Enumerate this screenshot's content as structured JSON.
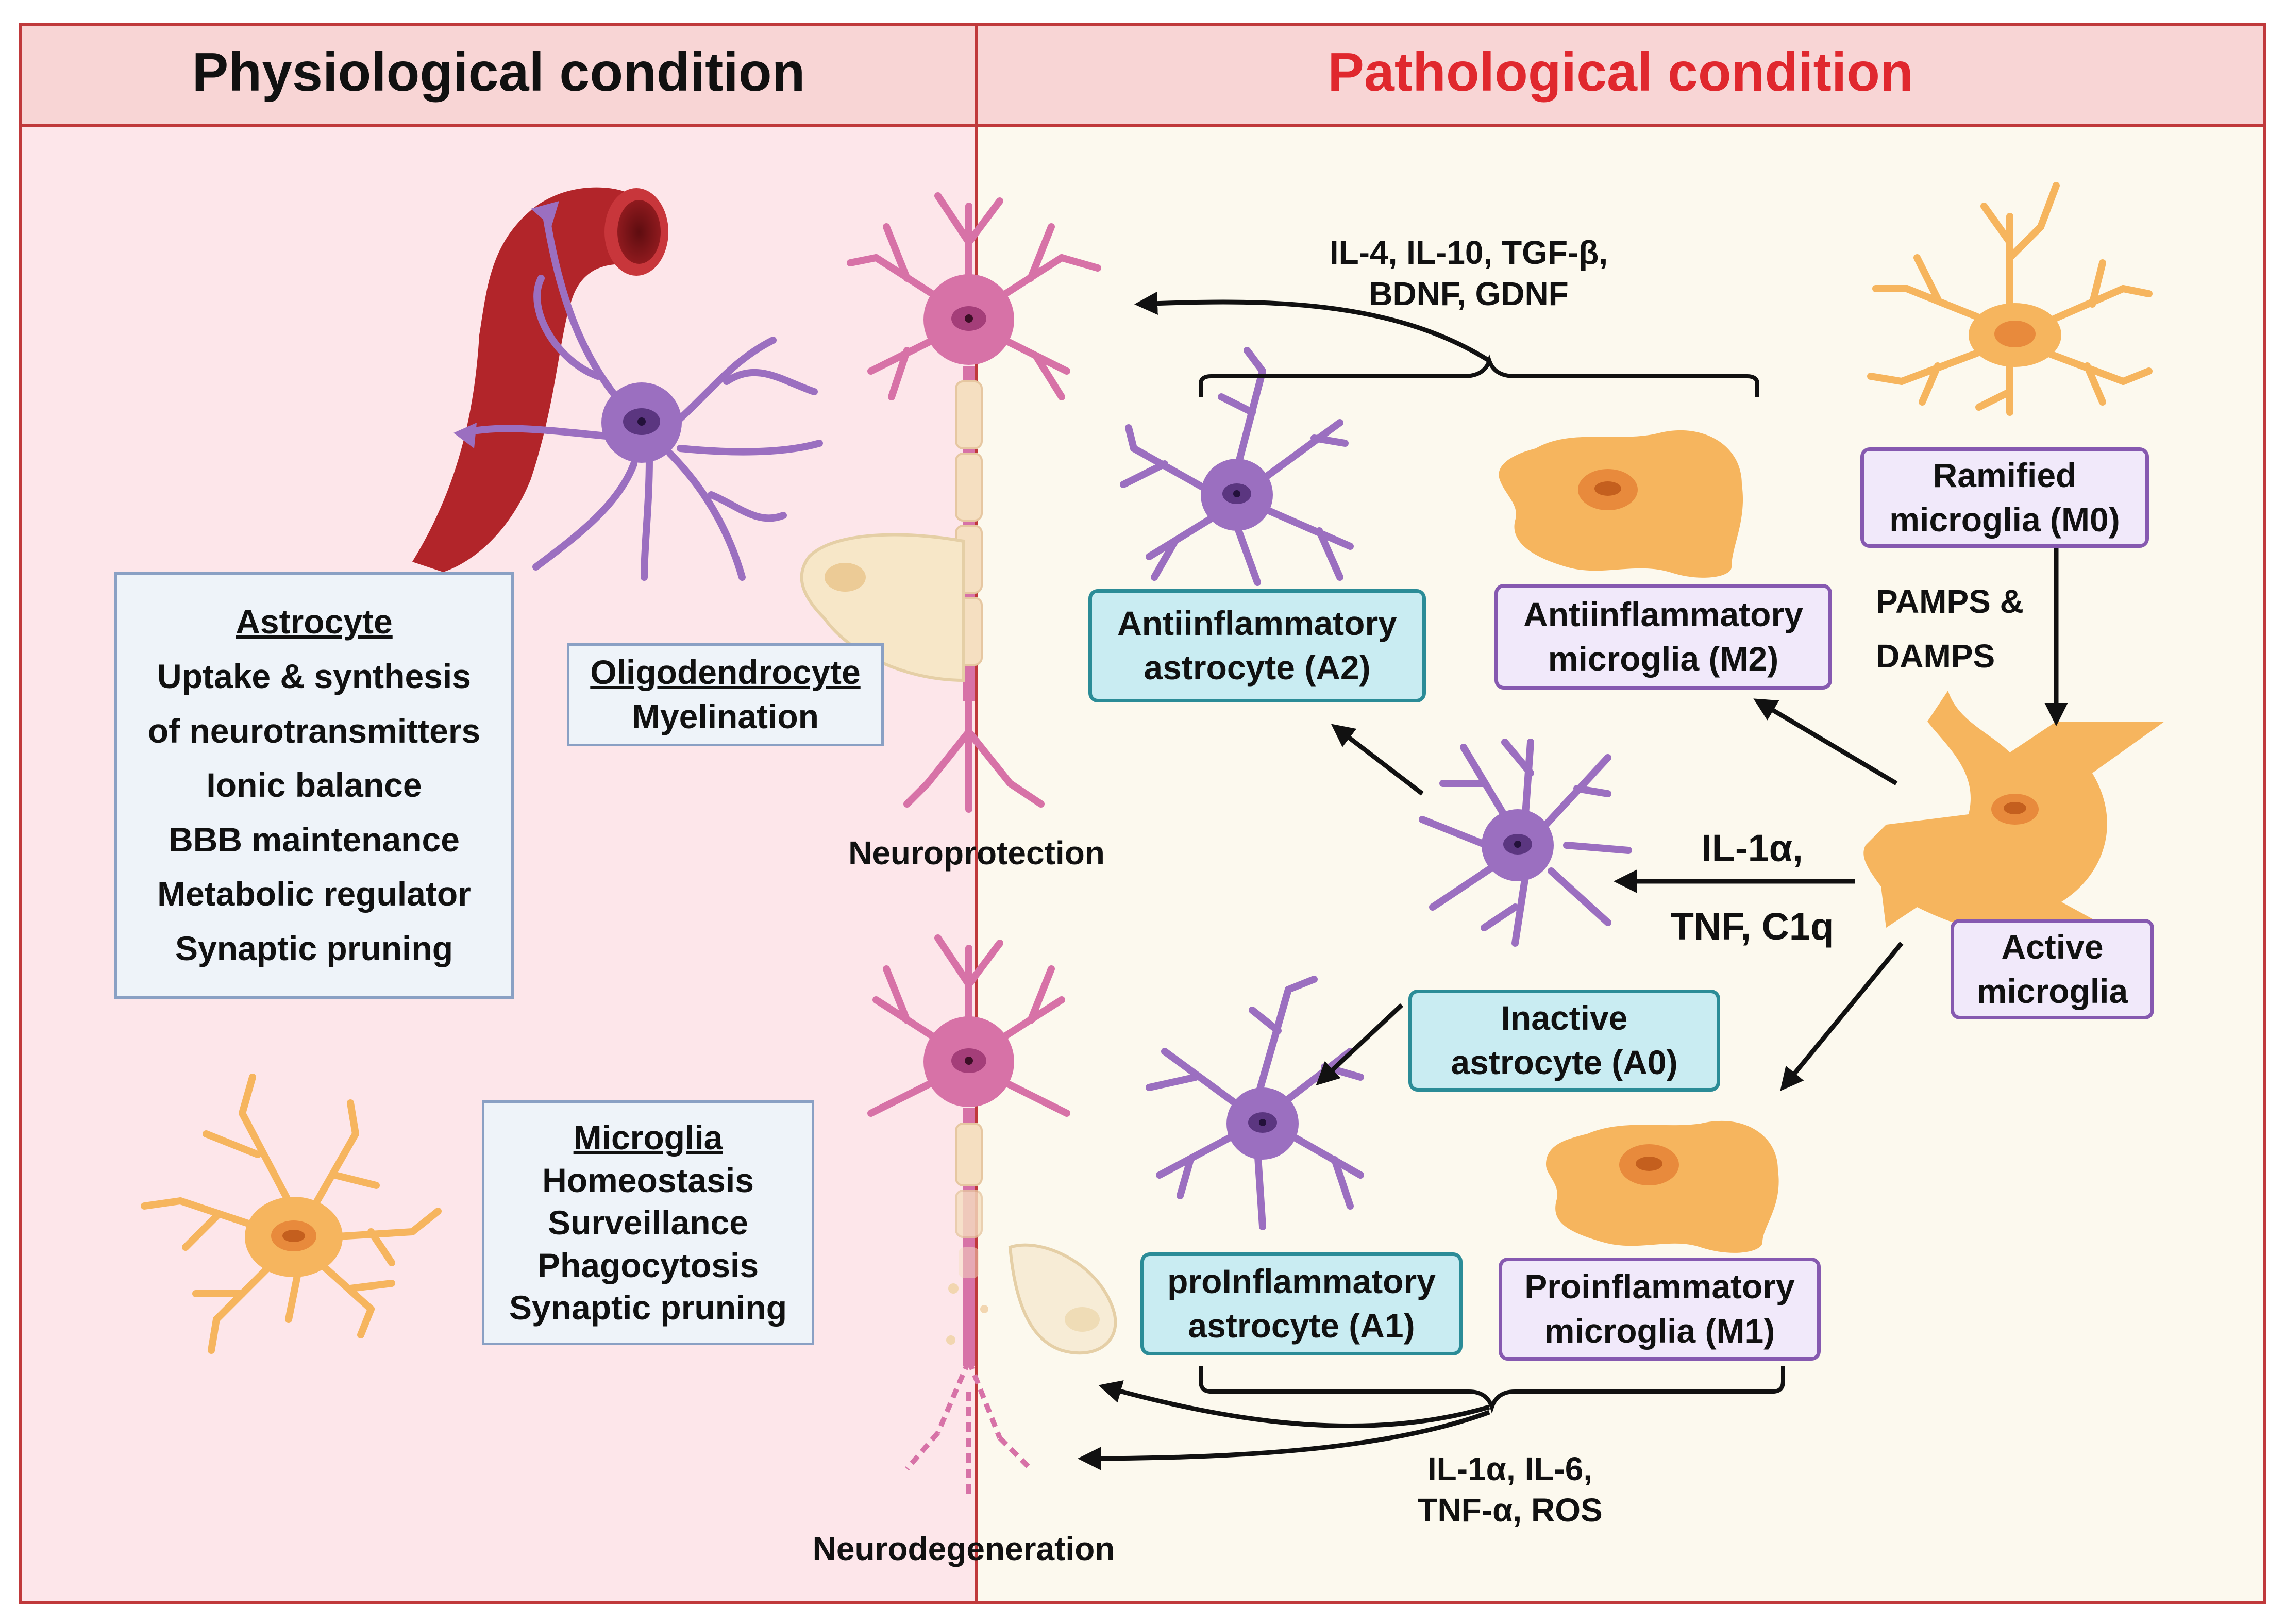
{
  "headers": {
    "physiological": "Physiological condition",
    "pathological": "Pathological condition"
  },
  "colors": {
    "physio_bg": "#fde6ea",
    "patho_bg": "#fcf9ee",
    "header_bg": "#f8d5d5",
    "header_border": "#c0393b",
    "patho_title": "#e0282e",
    "astrocyte": "#9b6fc0",
    "microglia": "#f6b55e",
    "neuron": "#d772a7",
    "vessel": "#b2252a"
  },
  "astrocyte_box": {
    "title": "Astrocyte",
    "items": [
      "Uptake & synthesis",
      "of neurotransmitters",
      "Ionic balance",
      "BBB maintenance",
      "Metabolic regulator",
      "Synaptic pruning"
    ]
  },
  "oligo_box": {
    "title": "Oligodendrocyte",
    "text": "Myelination"
  },
  "microglia_box": {
    "title": "Microglia",
    "items": [
      "Homeostasis",
      "Surveillance",
      "Phagocytosis",
      "Synaptic pruning"
    ]
  },
  "labels": {
    "neuroprotection": "Neuroprotection",
    "neurodegeneration": "Neurodegeneration",
    "protective_factors_1": "IL-4, IL-10, TGF-β,",
    "protective_factors_2": "BDNF, GDNF",
    "pamps_1": "PAMPS &",
    "pamps_2": "DAMPS",
    "signals_1": "IL-1α,",
    "signals_2": "TNF, C1q",
    "toxic_1": "IL-1α, IL-6,",
    "toxic_2": "TNF-α, ROS"
  },
  "boxes": {
    "a2": [
      "Antiinflammatory",
      "astrocyte (A2)"
    ],
    "m2": [
      "Antiinflammatory",
      "microglia (M2)"
    ],
    "m0": [
      "Ramified",
      "microglia (M0)"
    ],
    "a0": [
      "Inactive",
      "astrocyte (A0)"
    ],
    "active": [
      "Active",
      "microglia"
    ],
    "a1": [
      "proInflammatory",
      "astrocyte (A1)"
    ],
    "m1": [
      "Proinflammatory",
      "microglia (M1)"
    ]
  }
}
